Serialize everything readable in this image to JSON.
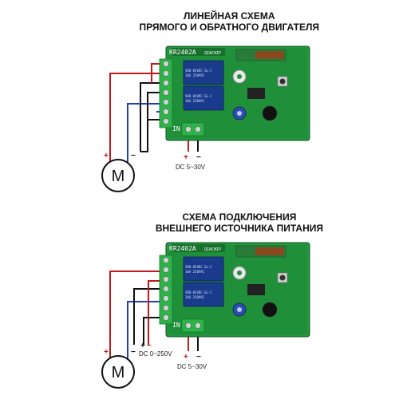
{
  "diagram1": {
    "title_line1": "ЛИНЕЙНАЯ СХЕМА",
    "title_line2": "ПРЯМОГО И ОБРАТНОГО ДВИГАТЕЛЯ",
    "board_model": "KR2402A",
    "board_tag": "QIACHIP",
    "relay_code": "SRD-05VDC-SL-C",
    "relay_rating": "10A 250VAC",
    "in_label": "IN",
    "motor_label": "M",
    "plus_label": "+",
    "minus_label": "−",
    "supply_plus": "+",
    "supply_minus": "−",
    "supply_label": "DC 5~30V"
  },
  "diagram2": {
    "title_line1": "СХЕМА ПОДКЛЮЧЕНИЯ",
    "title_line2": "ВНЕШНЕГО ИСТОЧНИКА ПИТАНИЯ",
    "board_model": "KR2402A",
    "board_tag": "QIACHIP",
    "relay_code": "SRD-05VDC-SL-C",
    "relay_rating": "10A 250VAC",
    "in_label": "IN",
    "motor_label": "M",
    "plus_label": "+",
    "minus_label": "−",
    "ext_plus": "+",
    "ext_minus": "−",
    "ext_label": "DC 0~250V",
    "supply_plus": "+",
    "supply_minus": "−",
    "supply_label": "DC 5~30V"
  },
  "colors": {
    "pcb": "#1f8f3a",
    "terminal": "#2db34a",
    "relay": "#1a3a8c",
    "wire_red": "#c0191e",
    "wire_blue": "#1f3fb5",
    "wire_black": "#111111"
  }
}
